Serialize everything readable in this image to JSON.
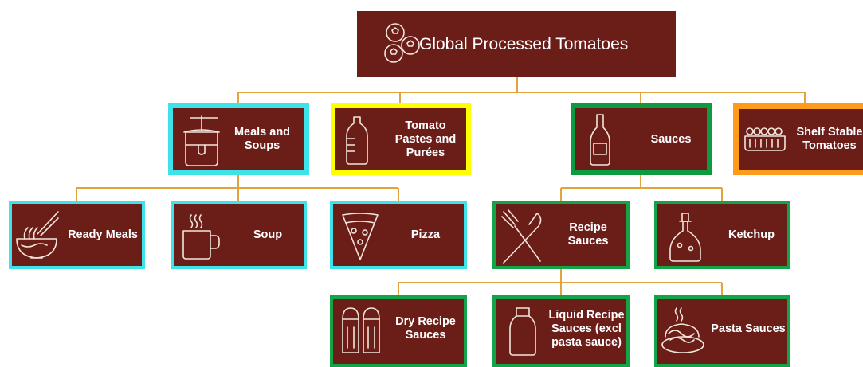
{
  "root": {
    "label": "Global Processed Tomatoes",
    "icon": "tomatoes-icon"
  },
  "level1": [
    {
      "label": "Meals and\nSoups",
      "icon": "honey-jar-icon"
    },
    {
      "label": "Tomato\nPastes and\nPurées",
      "icon": "bottle-icon"
    },
    {
      "label": "Sauces",
      "icon": "sauce-bottle-icon"
    },
    {
      "label": "Shelf Stable\nTomatoes",
      "icon": "tomato-tray-icon"
    }
  ],
  "meals_children": [
    {
      "label": "Ready Meals",
      "icon": "noodle-bowl-icon"
    },
    {
      "label": "Soup",
      "icon": "mug-icon"
    },
    {
      "label": "Pizza",
      "icon": "pizza-slice-icon"
    }
  ],
  "sauces_children": [
    {
      "label": "Recipe\nSauces",
      "icon": "fork-knife-icon"
    },
    {
      "label": "Ketchup",
      "icon": "oil-bottle-icon"
    }
  ],
  "recipe_children": [
    {
      "label": "Dry Recipe\nSauces",
      "icon": "salt-pepper-icon"
    },
    {
      "label": "Liquid Recipe\nSauces (excl\npasta sauce)",
      "icon": "milk-bottle-icon"
    },
    {
      "label": "Pasta Sauces",
      "icon": "pasta-plate-icon"
    }
  ],
  "colors": {
    "box_fill": "#6b1d18",
    "connector": "#e2a23f",
    "meals_border": "#3de3e8",
    "pastes_border": "#ffff00",
    "sauces_border": "#0e9a3e",
    "shelf_border": "#ff9a1a"
  }
}
